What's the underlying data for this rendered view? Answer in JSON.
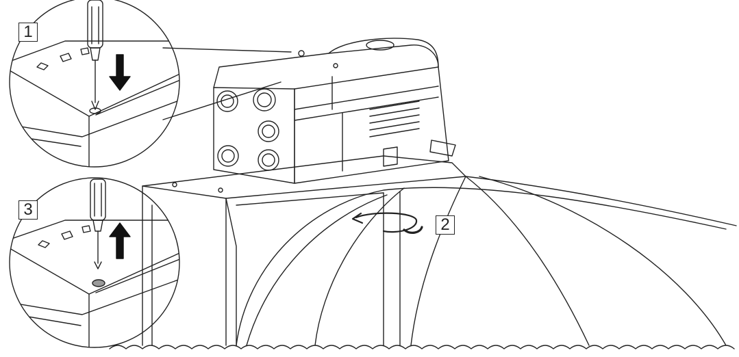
{
  "figure": {
    "steps": [
      {
        "number": "1",
        "action": "press-down"
      },
      {
        "number": "2",
        "action": "rotate"
      },
      {
        "number": "3",
        "action": "pull-up"
      }
    ],
    "colors": {
      "line": "#222222",
      "arrow_fill": "#111111",
      "background": "#ffffff",
      "screw_head": "#9a9a9a"
    }
  }
}
